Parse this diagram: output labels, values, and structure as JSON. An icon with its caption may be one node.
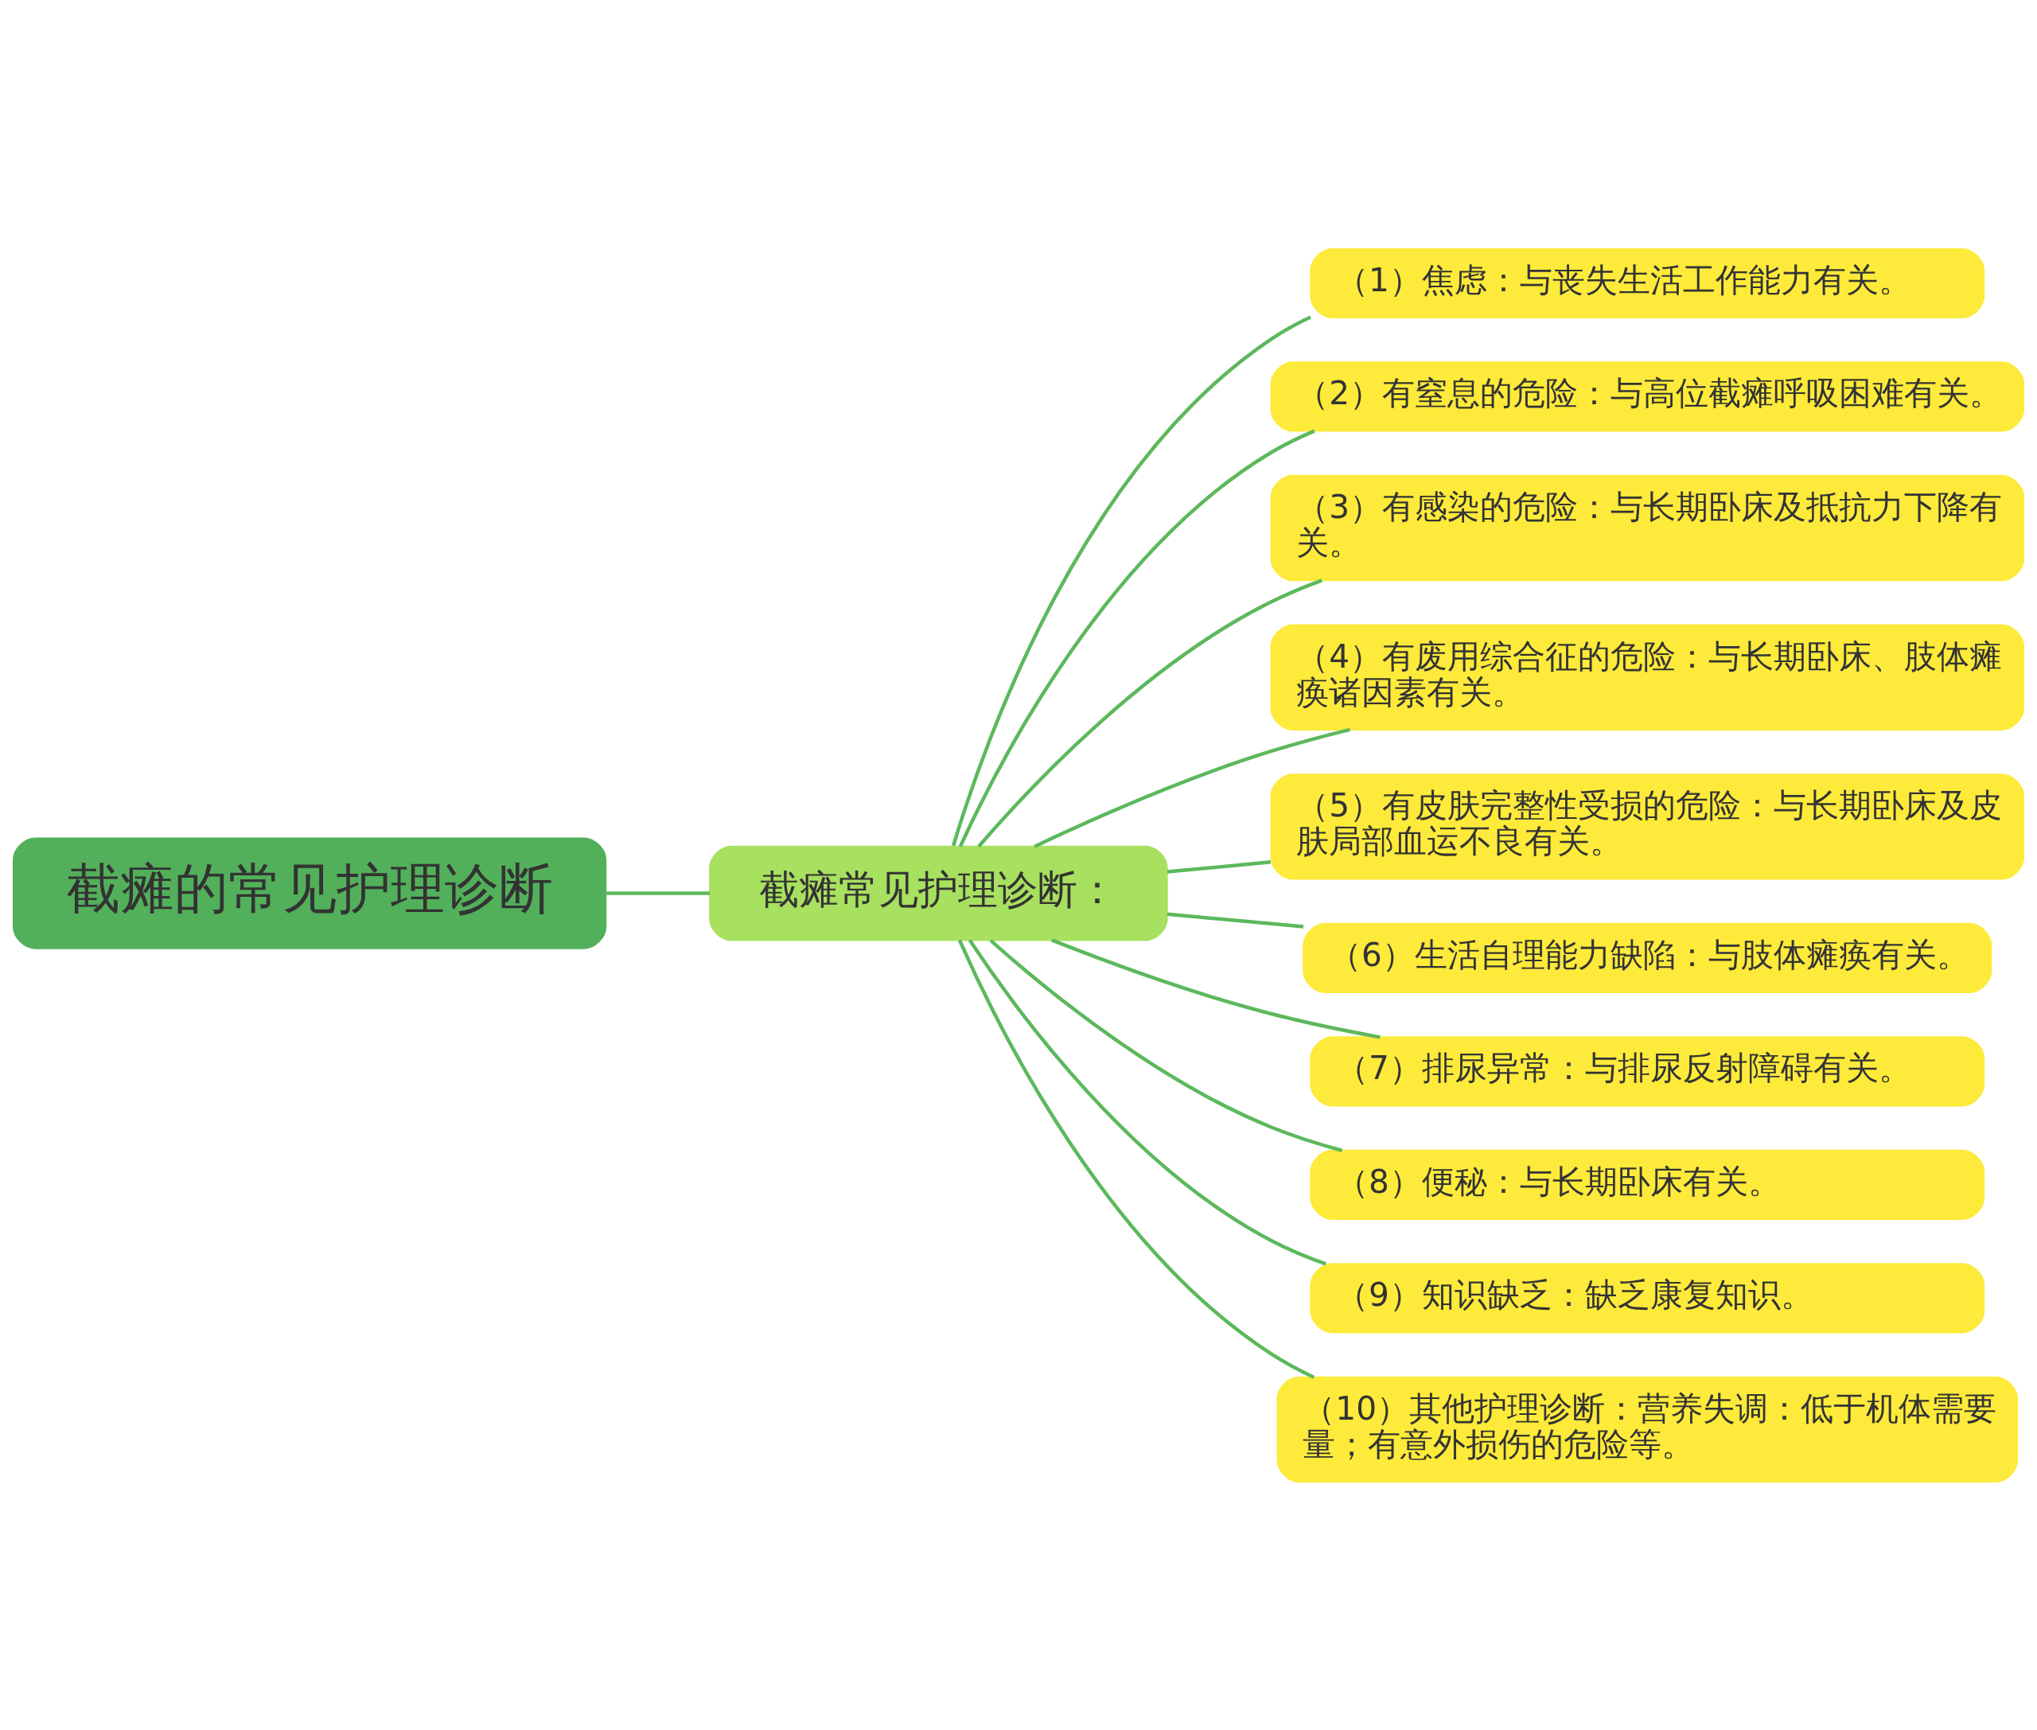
{
  "diagram": {
    "nodes": [
      {
        "text": [
          "截瘫的常见护理诊断"
        ]
      },
      {
        "text": [
          "截瘫常见护理诊断："
        ]
      },
      {
        "text": [
          "（1）焦虑：与丧失生活工作能力有关。"
        ]
      },
      {
        "text": [
          "（2）有窒息的危险：与高位截瘫呼吸困难有关。"
        ]
      },
      {
        "text": [
          "（3）有感染的危险：与长期卧床及抵抗力下降有关。"
        ]
      },
      {
        "text": [
          "（4）有废用综合征的危险：与长期卧床、肢体瘫痪诸因素有关。"
        ]
      },
      {
        "text": [
          "（5）有皮肤完整性受损的危险：与长期卧床及皮肤局部血运不良有关。"
        ]
      },
      {
        "text": [
          "（6）生活自理能力缺陷：与肢体瘫痪有关。"
        ]
      },
      {
        "text": [
          "（7）排尿异常：与排尿反射障碍有关。"
        ]
      },
      {
        "text": [
          "（8）便秘：与长期卧床有关。"
        ]
      },
      {
        "text": [
          "（9）知识缺乏：缺乏康复知识。"
        ]
      },
      {
        "text": [
          "（10）其他护理诊断：营养失调：低于机体需要量；有意外损伤的危险等。"
        ]
      }
    ],
    "edges": [
      {
        "from": 0,
        "to": 1,
        "arrow": "none"
      },
      {
        "from": 1,
        "to": 2,
        "arrow": "none"
      },
      {
        "from": 1,
        "to": 3,
        "arrow": "none"
      },
      {
        "from": 1,
        "to": 4,
        "arrow": "none"
      },
      {
        "from": 1,
        "to": 5,
        "arrow": "none"
      },
      {
        "from": 1,
        "to": 6,
        "arrow": "none"
      },
      {
        "from": 1,
        "to": 7,
        "arrow": "none"
      },
      {
        "from": 1,
        "to": 8,
        "arrow": "none"
      },
      {
        "from": 1,
        "to": 9,
        "arrow": "none"
      },
      {
        "from": 1,
        "to": 10,
        "arrow": "none"
      },
      {
        "from": 1,
        "to": 11,
        "arrow": "none"
      }
    ]
  }
}
